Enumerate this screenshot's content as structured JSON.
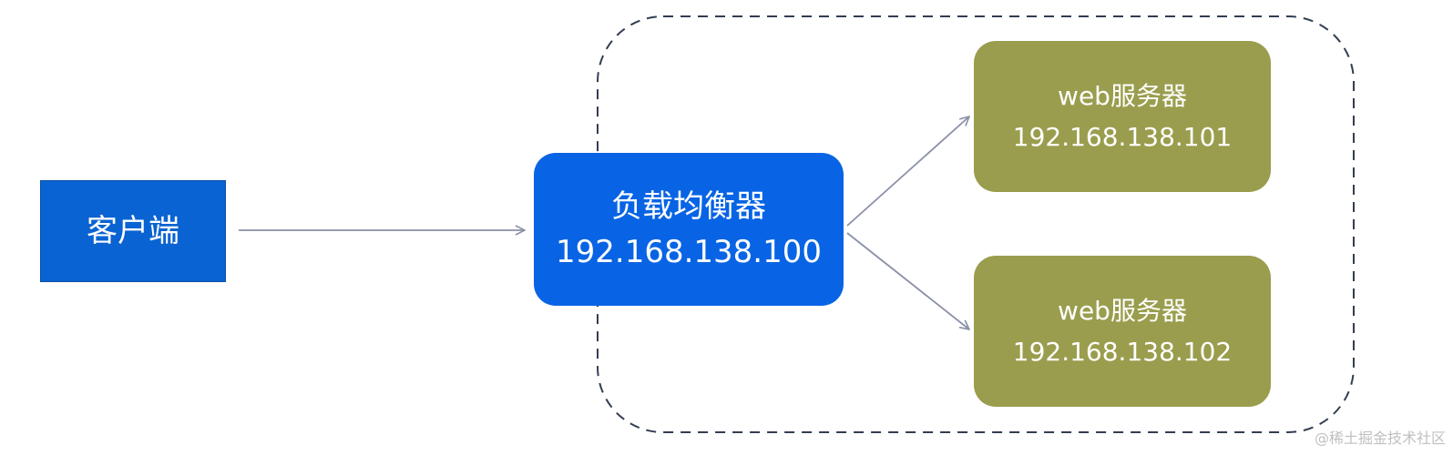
{
  "client": {
    "label": "客户端"
  },
  "load_balancer": {
    "label": "负载均衡器",
    "ip": "192.168.138.100"
  },
  "web_servers": [
    {
      "label": "web服务器",
      "ip": "192.168.138.101"
    },
    {
      "label": "web服务器",
      "ip": "192.168.138.102"
    }
  ],
  "watermark": "@稀土掘金技术社区",
  "colors": {
    "client_fill": "#0a63d2",
    "load_balancer_fill": "#0864e4",
    "web_server_fill": "#9a9d4d",
    "arrow": "#8a90a8",
    "cluster_border": "#333d52"
  }
}
